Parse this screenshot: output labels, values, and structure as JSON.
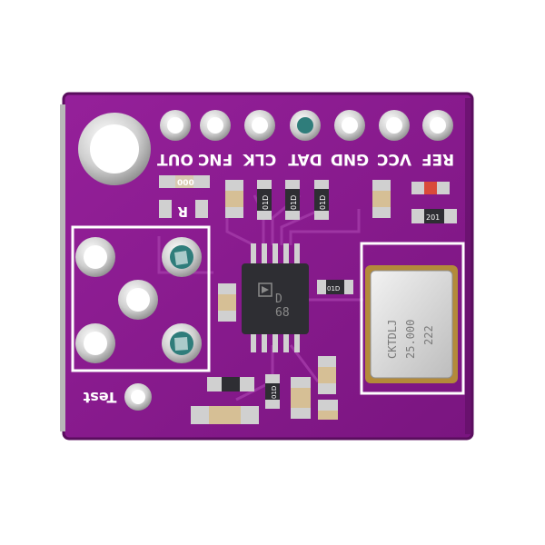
{
  "board": {
    "pin_labels": [
      "OUT",
      "FNC",
      "CLK",
      "DAT",
      "GND",
      "VCC",
      "REF"
    ],
    "test_label": "Test",
    "ic": {
      "line1": "D",
      "line2": "68"
    },
    "oscillator": {
      "line1": "CKTDLJ",
      "line2": "25.000",
      "line3": "222"
    },
    "component_marks": {
      "c1": "000",
      "r1": "01D",
      "r2": "01D",
      "r3": "01D",
      "r4": "01D",
      "r5": "201",
      "r6": "01D",
      "l1": "R"
    }
  },
  "colors": {
    "pcb": "#8b1a8f",
    "pcb_dark": "#6e1372",
    "pad": "#d9d9d9",
    "gold": "#c9a24a",
    "silkscreen": "#ffffff",
    "chip": "#2e2e33",
    "background": "#ffffff"
  }
}
